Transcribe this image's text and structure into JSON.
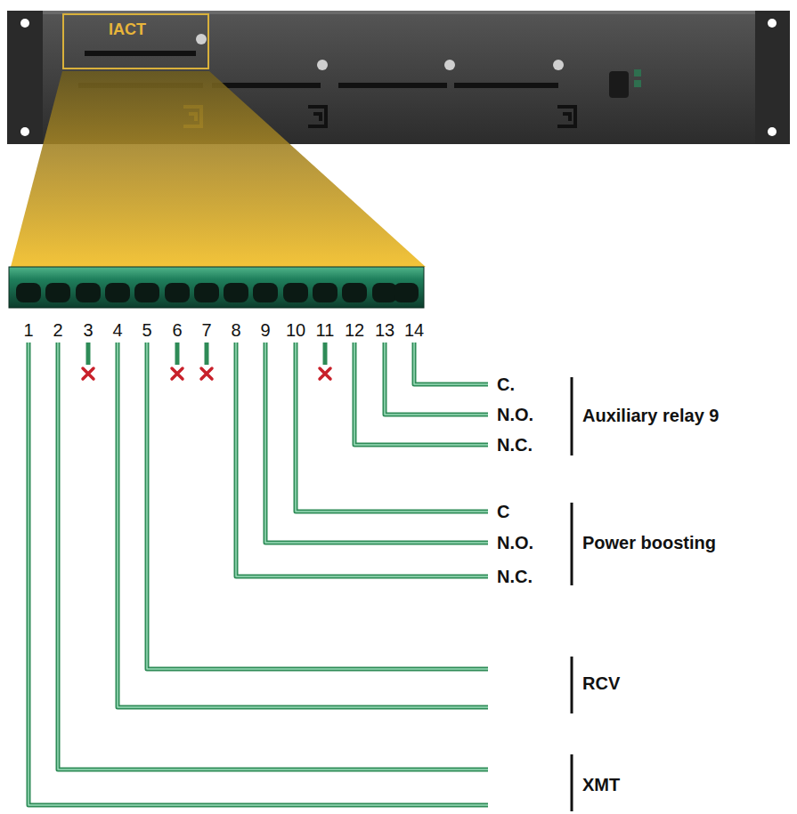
{
  "diagram": {
    "nodes": [
      {
        "text": [
          "IACT"
        ]
      }
    ],
    "labels": [
      "1",
      "2",
      "3",
      "4",
      "5",
      "6",
      "7",
      "8",
      "9",
      "10",
      "11",
      "12",
      "13",
      "14",
      "C.",
      "N.O.",
      "N.C.",
      "Auxiliary relay 9",
      "C",
      "N.O.",
      "N.C.",
      "Power boosting",
      "RCV",
      "XMT"
    ]
  }
}
